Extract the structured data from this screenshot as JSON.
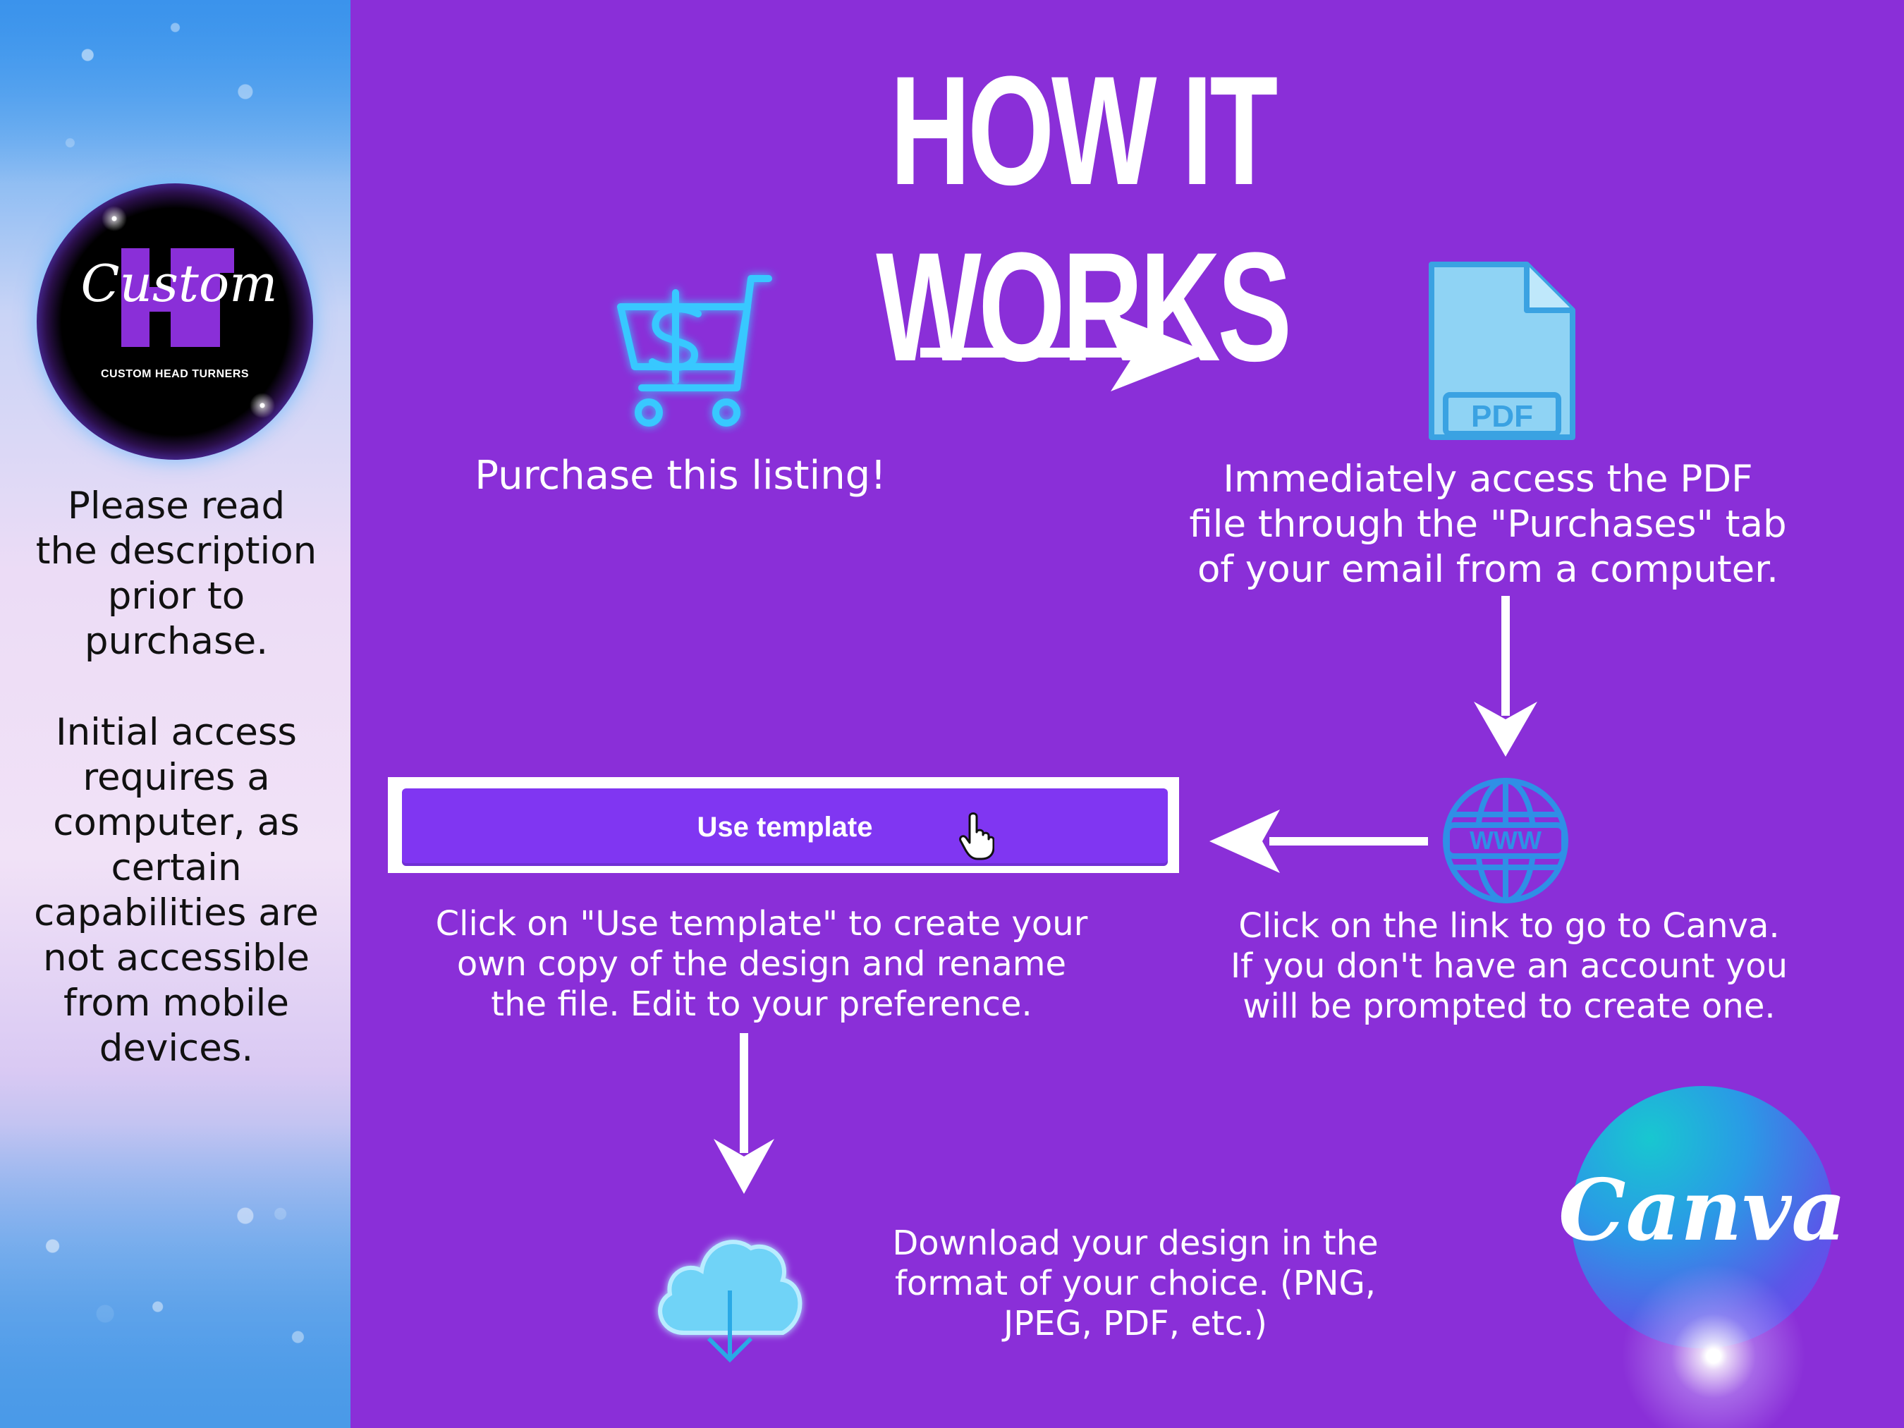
{
  "title": "HOW IT WORKS",
  "sidebar": {
    "logo": {
      "script_text": "Custom",
      "monogram": "HT",
      "subtitle": "CUSTOM HEAD TURNERS"
    },
    "note_1": [
      "Please read",
      "the description",
      "prior to",
      "purchase."
    ],
    "note_2": [
      "Initial access",
      "requires a",
      "computer, as",
      "certain",
      "capabilities are",
      "not accessible",
      "from mobile",
      "devices."
    ]
  },
  "steps": {
    "purchase": {
      "icon": "shopping-cart-dollar-icon",
      "text": "Purchase this listing!"
    },
    "access_pdf": {
      "icon": "pdf-file-icon",
      "icon_label": "PDF",
      "lines": [
        "Immediately access the  PDF",
        "file through the \"Purchases\" tab",
        "of your email from a computer."
      ]
    },
    "canva_link": {
      "icon": "www-globe-icon",
      "icon_label": "WWW",
      "lines": [
        "Click on the link to go to Canva.",
        "If you don't have an account you",
        "will be prompted to create one."
      ]
    },
    "use_template": {
      "button_label": "Use template",
      "lines": [
        "Click on \"Use template\" to create your",
        "own copy of the design and rename",
        "the file. Edit to your preference."
      ]
    },
    "download": {
      "icon": "cloud-download-icon",
      "lines": [
        "Download your design in the",
        "format of your choice. (PNG,",
        "JPEG, PDF, etc.)"
      ]
    }
  },
  "canva_badge": {
    "text": "Canva"
  },
  "colors": {
    "background": "#8a2fd8",
    "button": "#8036f2",
    "neon_blue": "#37c8ff",
    "pdf_blue": "#8fd3f4"
  }
}
